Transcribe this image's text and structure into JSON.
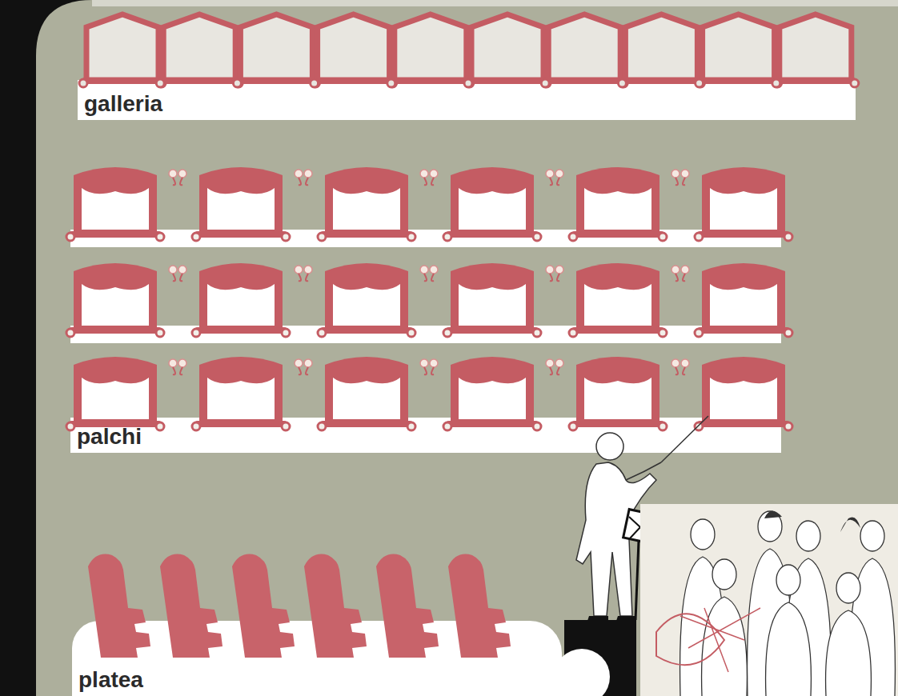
{
  "diagram": {
    "nodes": [
      {
        "text": [
          "galleria"
        ]
      },
      {
        "text": [
          "palchi"
        ]
      },
      {
        "text": [
          "platea"
        ]
      }
    ]
  }
}
